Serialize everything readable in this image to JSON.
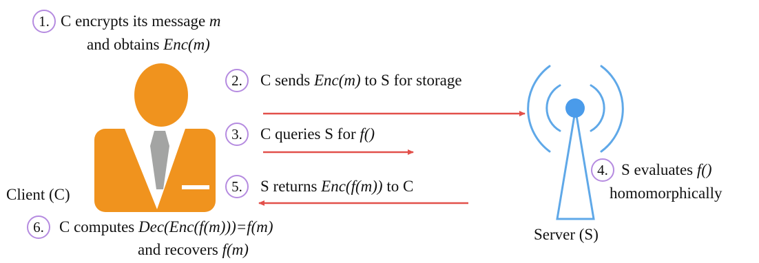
{
  "colors": {
    "person": "#F0931E",
    "tie": "#A3A4A3",
    "arrow": "#E2504A",
    "antenna": "#5FA8E8",
    "antenna_dot": "#4A9BEA",
    "step_circle": "#B58BE0"
  },
  "icons": {
    "client": "person-icon",
    "server": "antenna-icon"
  },
  "steps": [
    {
      "num": "1.",
      "line1_pre": "C encrypts its message ",
      "line1_em": "m",
      "line2_pre": "and obtains ",
      "line2_em": "Enc(m)"
    },
    {
      "num": "2.",
      "pre": "C sends ",
      "em": "Enc(m)",
      "post": " to S for storage"
    },
    {
      "num": "3.",
      "pre": "C queries S for ",
      "em": "f()"
    },
    {
      "num": "4.",
      "pre": "S evaluates ",
      "em": "f()",
      "line2": "homomorphically"
    },
    {
      "num": "5.",
      "pre": "S returns ",
      "em": "Enc(f(m))",
      "post": " to C"
    },
    {
      "num": "6.",
      "pre": "C computes ",
      "em": "Dec(Enc(f(m)))=f(m)",
      "line2_pre": "and recovers ",
      "line2_em": "f(m)"
    }
  ],
  "labels": {
    "client": "Client (C)",
    "server": "Server (S)"
  }
}
